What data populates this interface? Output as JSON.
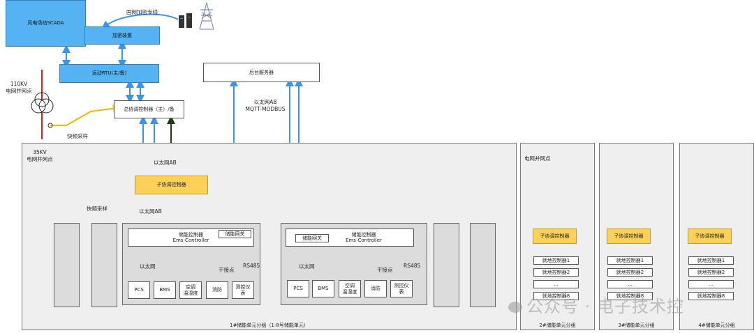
{
  "top": {
    "scada": "风电场站SCADA",
    "encryption_device": "加密装置",
    "telecontrol_rtu": "远动RTU(主/备)",
    "backend_server": "后台服务器",
    "master_controller": "总协调控制器（主）/备",
    "grid_dedicated_line": "国网加密专线",
    "grid_point_110kv": "110KV\n电网并网点",
    "fast_sampling": "快频采样",
    "ethernet_ab_mqtt": "以太网AB\nMQTT-MODBUS"
  },
  "group1": {
    "title": "1#储能单元分组（1-8号储能单元）",
    "grid_point_35kv": "35KV\n电网并网点",
    "sub_controller": "子协调控制器",
    "fast_sampling": "快频采样",
    "ethernet_ab_upper": "以太网AB",
    "ethernet_ab_lower": "以太网AB",
    "unit_left": {
      "ems": "储能控制器\nEms-Controller",
      "gateway": "储能网关",
      "ethernet": "以太网",
      "dry_contact": "干接点",
      "rs485": "RS485",
      "devices": [
        "PCS",
        "BMS",
        "空调\n温湿度",
        "消防",
        "测控仪\n表"
      ]
    },
    "unit_right": {
      "ems": "储能控制器\nEms-Controller",
      "gateway": "储能网关",
      "ethernet": "以太网",
      "dry_contact": "干接点",
      "rs485": "RS485",
      "devices": [
        "PCS",
        "BMS",
        "空调\n温湿度",
        "消防",
        "测控仪\n表"
      ]
    }
  },
  "side_groups": [
    {
      "title": "2#储能单元分组",
      "grid_point": "电网并网点",
      "sub_controller": "子协调控制器",
      "local_controllers": [
        "就地控制器1",
        "就地控制器2",
        "...",
        "就地控制器8"
      ]
    },
    {
      "title": "3#储能单元分组",
      "grid_point": "",
      "sub_controller": "子协调控制器",
      "local_controllers": [
        "就地控制器1",
        "就地控制器2",
        "...",
        "就地控制器8"
      ]
    },
    {
      "title": "4#储能单元分组",
      "grid_point": "",
      "sub_controller": "子协调控制器",
      "local_controllers": [
        "就地控制器1",
        "就地控制器2",
        "...",
        "就地控制器8"
      ]
    }
  ],
  "watermark": "公众号 · 电子技术控",
  "colors": {
    "blue_arrow": "#3a95e6",
    "dark_green_arrow": "#1d3d12",
    "green_arrow": "#1bb24a",
    "yellow_arrow": "#f5b400",
    "red_line": "#e01b1b",
    "blue_box": "#55b3f3",
    "yellow_box": "#fcd158"
  }
}
